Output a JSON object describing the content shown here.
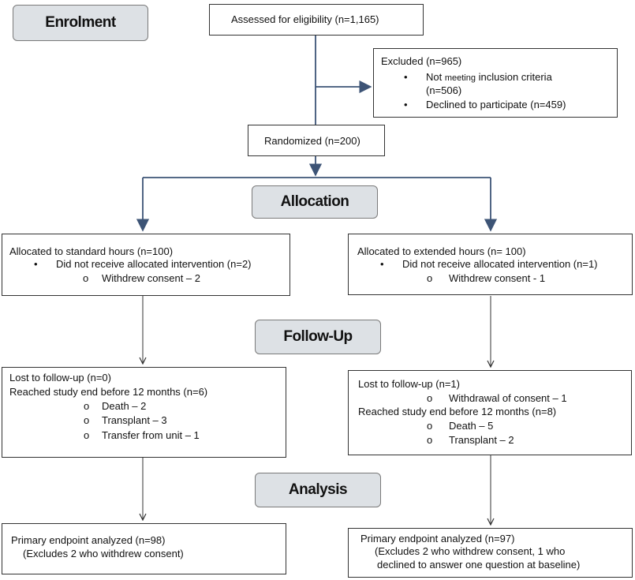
{
  "stages": {
    "enrolment": "Enrolment",
    "allocation": "Allocation",
    "follow_up": "Follow-Up",
    "analysis": "Analysis"
  },
  "assessed": "Assessed for eligibility (n=1,165)",
  "excluded": {
    "title": "Excluded (n=965)",
    "item1_a": "Not ",
    "item1_small": "meeting",
    "item1_b": " inclusion criteria",
    "item1_cont": "(n=506)",
    "item2": "Declined to participate (n=459)"
  },
  "randomized": "Randomized (n=200)",
  "alloc_left": {
    "title": "Allocated to standard hours (n=100)",
    "sub": "Did not receive allocated intervention (n=2)",
    "subsub": "Withdrew consent – 2"
  },
  "alloc_right": {
    "title": "Allocated to extended hours (n= 100)",
    "sub": "Did not receive allocated intervention (n=1)",
    "subsub": "Withdrew consent  - 1"
  },
  "follow_left": {
    "lost": "Lost to follow-up (n=0)",
    "reached": "Reached study end before 12 months (n=6)",
    "items": [
      "Death – 2",
      "Transplant – 3",
      "Transfer from unit – 1"
    ]
  },
  "follow_right": {
    "lost": "Lost to follow-up (n=1)",
    "lost_item": "Withdrawal of consent – 1",
    "reached": "Reached study end before 12 months (n=8)",
    "items": [
      "Death – 5",
      "Transplant – 2"
    ]
  },
  "analysis_left": {
    "line1": "Primary endpoint analyzed (n=98)",
    "line2": "(Excludes 2 who withdrew consent)"
  },
  "analysis_right": {
    "line1": "Primary endpoint analyzed (n=97)",
    "line2": "(Excludes 2 who withdrew consent, 1 who",
    "line3": "declined to answer one question at baseline)"
  },
  "symbols": {
    "dot": "•",
    "circle": "o"
  },
  "colors": {
    "stage_fill": "#dde1e5",
    "connector": "#3d5476",
    "thin_connector": "#333333"
  }
}
